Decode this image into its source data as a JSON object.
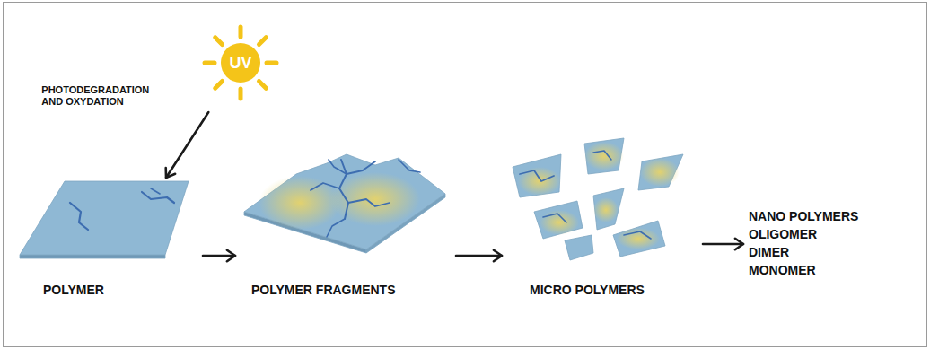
{
  "diagram": {
    "nodes": [
      {
        "text": [
          "UV"
        ]
      },
      {
        "text": [
          "POLYMER"
        ]
      },
      {
        "text": [
          "POLYMER FRAGMENTS"
        ]
      },
      {
        "text": [
          "MICRO POLYMERS"
        ]
      },
      {
        "text": [
          "NANO POLYMERS",
          "OLIGOMER",
          "DIMER",
          "MONOMER"
        ]
      }
    ],
    "edges": [
      {
        "from": 0,
        "to": 1,
        "arrow": "to",
        "label": "PHOTODEGRADATION AND OXYDATION"
      },
      {
        "from": 1,
        "to": 2,
        "arrow": "to"
      },
      {
        "from": 2,
        "to": 3,
        "arrow": "to"
      },
      {
        "from": 3,
        "to": 4,
        "arrow": "to"
      }
    ]
  }
}
